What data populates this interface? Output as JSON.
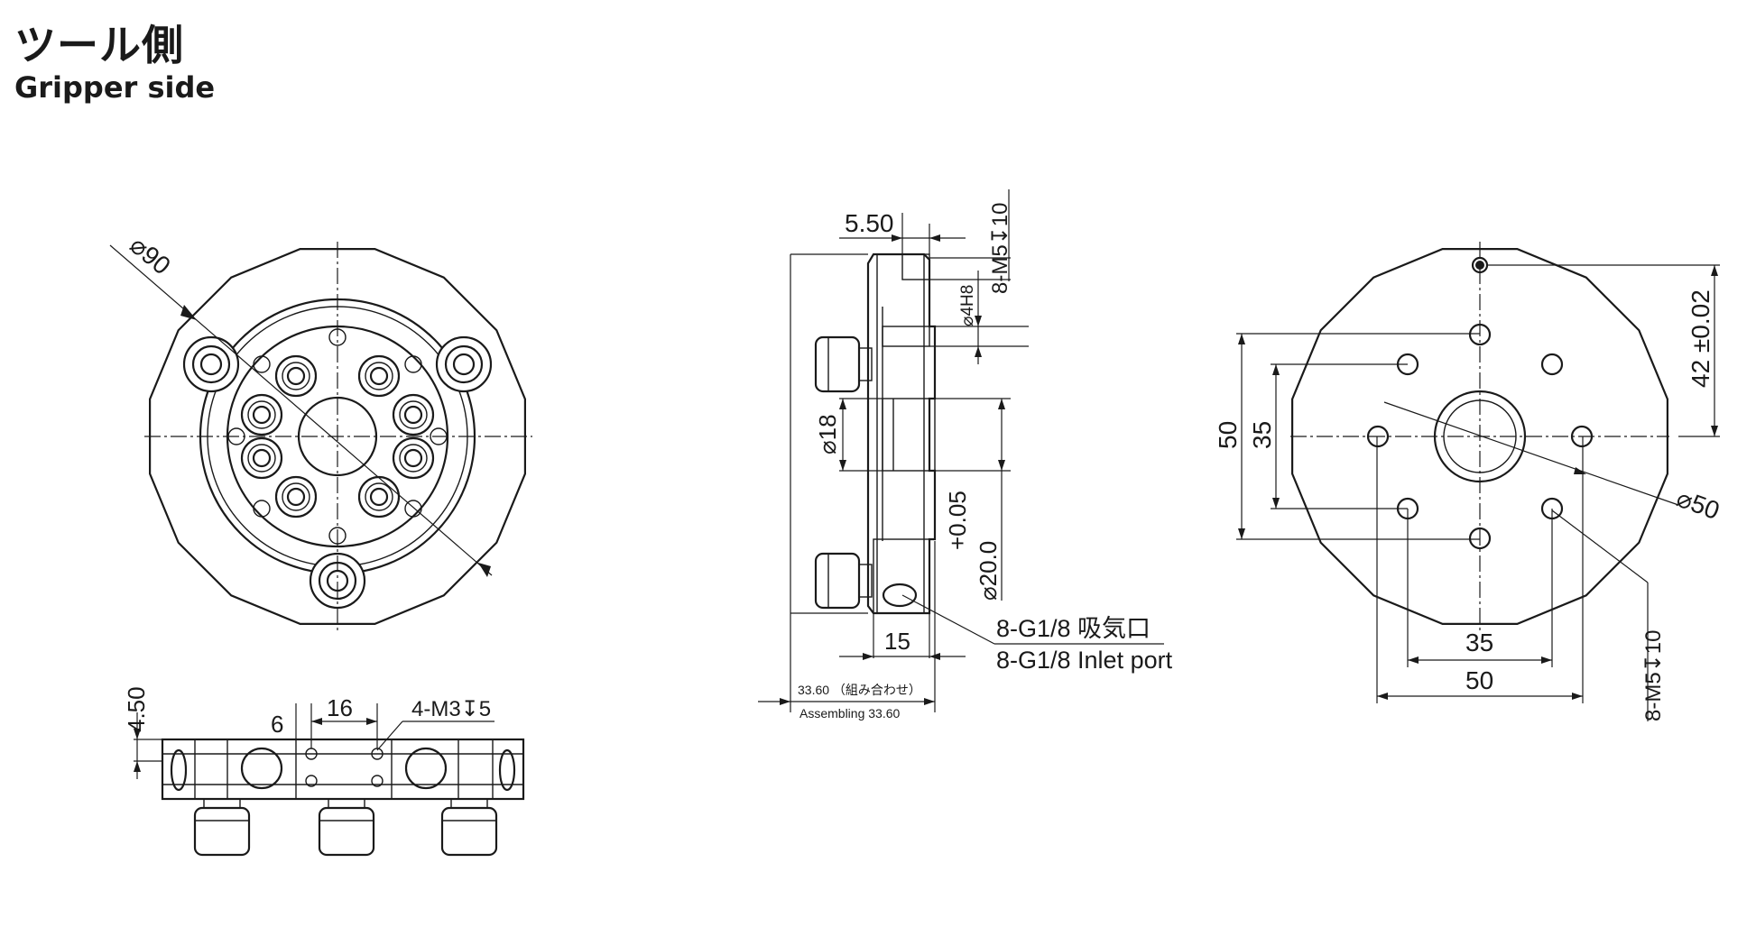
{
  "header": {
    "title_ja": "ツール側",
    "title_en": "Gripper side"
  },
  "front_view": {
    "outer_diameter": "⌀90"
  },
  "side_view": {
    "dim_top": "5.50",
    "thread_top": "8-M5↧10",
    "bore": "⌀4H8",
    "diameter_18": "⌀18",
    "diameter_20": "⌀20.0",
    "diameter_20_tol": "+0.05",
    "width_15": "15",
    "port_ja": "8-G1/8 吸気口",
    "port_en": "8-G1/8 Inlet port",
    "assembly_ja": "33.60 （組み合わせ）",
    "assembly_en": "Assembling 33.60"
  },
  "bottom_view": {
    "dim_450": "4.50",
    "dim_6": "6",
    "dim_16": "16",
    "thread": "4-M3↧5"
  },
  "back_view": {
    "dim_50_v": "50",
    "dim_35_v": "35",
    "dim_42": "42 ±0.02",
    "diameter_50": "⌀50",
    "thread": "8-M5↧10",
    "dim_35_h": "35",
    "dim_50_h": "50"
  }
}
